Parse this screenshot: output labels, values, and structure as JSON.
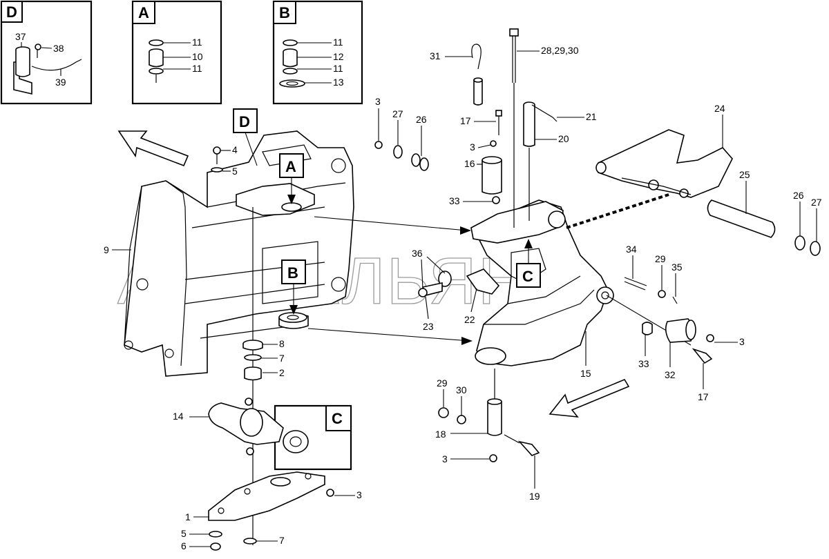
{
  "watermark": "АВТОАЛЬЯНС",
  "detail_boxes": [
    {
      "id": "D",
      "letter": "D",
      "callouts": [
        "37",
        "38",
        "39"
      ]
    },
    {
      "id": "A",
      "letter": "A",
      "callouts": [
        "11",
        "10",
        "11"
      ]
    },
    {
      "id": "B",
      "letter": "B",
      "callouts": [
        "11",
        "12",
        "11",
        "13"
      ]
    },
    {
      "id": "C",
      "letter": "C",
      "callouts": []
    }
  ],
  "view_tags": [
    "D",
    "A",
    "B",
    "C"
  ],
  "callouts": {
    "c1": "1",
    "c2": "2",
    "c3a": "3",
    "c3b": "3",
    "c3c": "3",
    "c3d": "3",
    "c3e": "3",
    "c4": "4",
    "c5a": "5",
    "c5b": "5",
    "c6": "6",
    "c7a": "7",
    "c7b": "7",
    "c8": "8",
    "c9": "9",
    "c14": "14",
    "c15": "15",
    "c16": "16",
    "c17a": "17",
    "c17b": "17",
    "c18": "18",
    "c19": "19",
    "c20": "20",
    "c21": "21",
    "c22": "22",
    "c23": "23",
    "c24": "24",
    "c25": "25",
    "c26a": "26",
    "c26b": "26",
    "c27a": "27",
    "c27b": "27",
    "c28": "28,29,30",
    "c29a": "29",
    "c29b": "29",
    "c30": "30",
    "c31": "31",
    "c32": "32",
    "c33a": "33",
    "c33b": "33",
    "c34": "34",
    "c35": "35",
    "c36": "36"
  }
}
